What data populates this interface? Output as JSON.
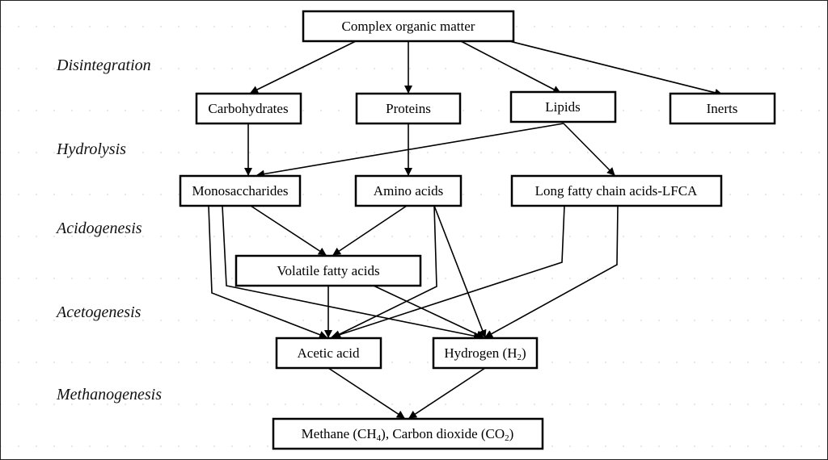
{
  "stages": [
    "Disintegration",
    "Hydrolysis",
    "Acidogenesis",
    "Acetogenesis",
    "Methanogenesis"
  ],
  "nodes": {
    "complex_organic_matter": "Complex organic matter",
    "carbohydrates": "Carbohydrates",
    "proteins": "Proteins",
    "lipids": "Lipids",
    "inerts": "Inerts",
    "monosaccharides": "Monosaccharides",
    "amino_acids": "Amino acids",
    "lfca": "Long fatty chain acids-LFCA",
    "vfa": "Volatile fatty acids",
    "acetic_acid": "Acetic acid",
    "hydrogen": {
      "pre": "Hydrogen (H",
      "sub": "2",
      "post": ")"
    },
    "products": {
      "t1": "Methane (CH",
      "s1": "4",
      "t2": "), Carbon dioxide (CO",
      "s2": "2",
      "t3": ")"
    }
  }
}
